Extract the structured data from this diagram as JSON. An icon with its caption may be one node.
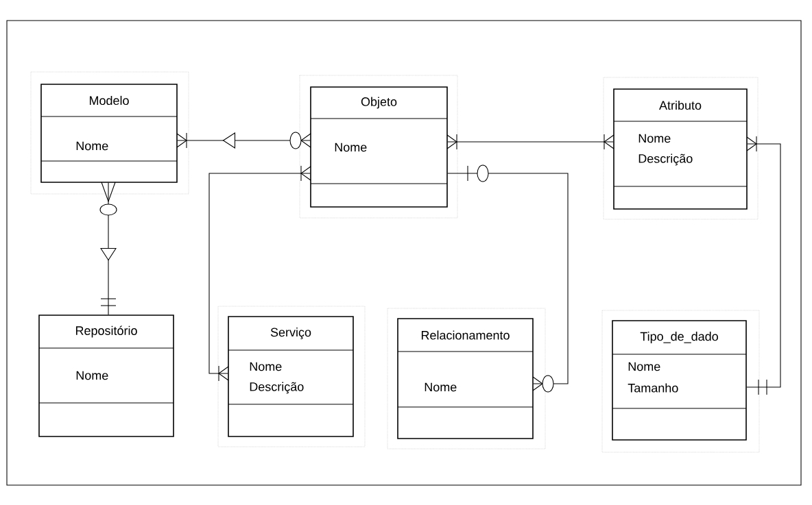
{
  "diagram": {
    "nodes": [
      {
        "text": [
          "Modelo",
          "Nome"
        ]
      },
      {
        "text": [
          "Objeto",
          "Nome"
        ]
      },
      {
        "text": [
          "Atributo",
          "Nome",
          "Descrição"
        ]
      },
      {
        "text": [
          "Repositório",
          "Nome"
        ]
      },
      {
        "text": [
          "Serviço",
          "Nome",
          "Descrição"
        ]
      },
      {
        "text": [
          "Relacionamento",
          "Nome"
        ]
      },
      {
        "text": [
          "Tipo_de_dado",
          "Nome",
          "Tamanho"
        ]
      }
    ],
    "edges": [
      {
        "from": 1,
        "to": 0,
        "arrow": "to"
      },
      {
        "from": 0,
        "to": 3,
        "arrow": "to"
      },
      {
        "from": 1,
        "to": 4,
        "arrow": "other"
      },
      {
        "from": 1,
        "to": 5,
        "arrow": "other"
      },
      {
        "from": 1,
        "to": 2,
        "arrow": "other"
      },
      {
        "from": 2,
        "to": 6,
        "arrow": "other"
      }
    ]
  }
}
